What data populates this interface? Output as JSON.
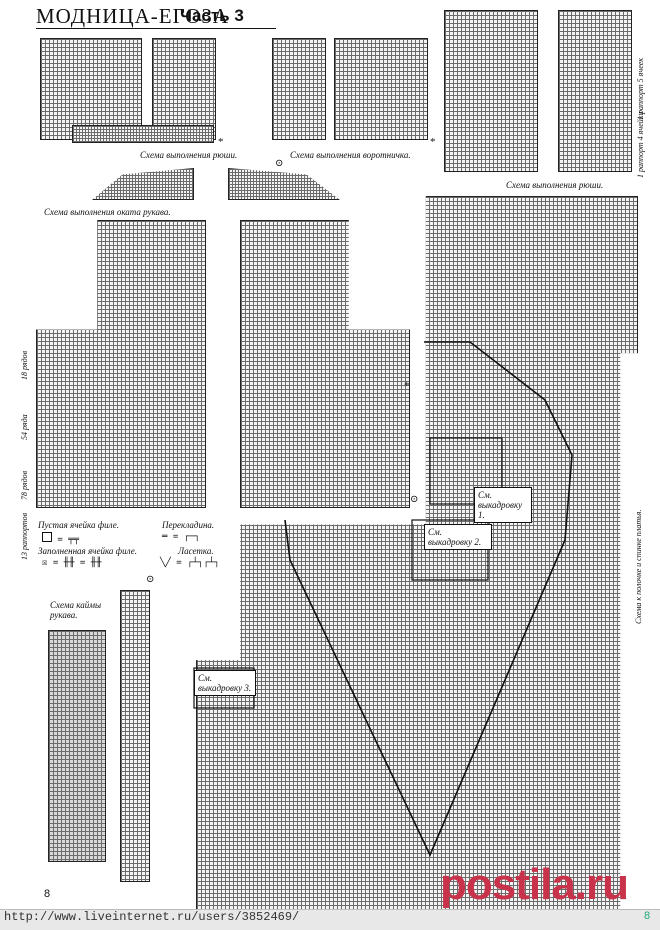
{
  "header": {
    "title": "МОДНИЦА-ЕГОЗА",
    "part": "Часть 3"
  },
  "captions": {
    "ruffle_left": "Схема выполнения рюши.",
    "collar": "Схема выполнения воротничка.",
    "ruffle_right": "Схема выполнения рюши.",
    "sleeve_cap": "Схема выполнения оката рукава.",
    "sleeve_border": "Схема каймы рукава.",
    "back_front": "Схема к полочке и спинке платья."
  },
  "row_labels": {
    "r18": "18 рядов",
    "r54": "54 ряда",
    "r78": "78 рядов",
    "rep13": "13 раппортов",
    "rep1a": "1 раппорт 5 ячеек",
    "rep1b": "1 раппорт 4 ячейки"
  },
  "legend": {
    "empty_cell": "Пустая ячейка филе.",
    "filled_cell": "Заполненная ячейка филе.",
    "crossing": "Перекладина.",
    "lasetka": "Ласетка."
  },
  "callouts": {
    "c1": "См. выкадровку 1.",
    "c2": "См. выкадровку 2.",
    "c3": "См. выкадровку 3."
  },
  "markers": {
    "star": "*",
    "circ": "⊙"
  },
  "footer": {
    "url": "http://www.liveinternet.ru/users/3852469/",
    "page": "8",
    "page_right": "8",
    "logo": "postila.ru"
  }
}
